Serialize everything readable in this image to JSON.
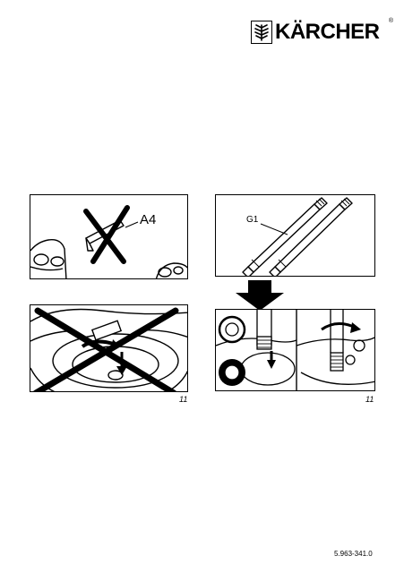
{
  "header": {
    "brand": "KÄRCHER",
    "registered_mark": "®",
    "logo_icon": "karcher-wheat-emblem-icon"
  },
  "figures": {
    "top_left": {
      "label": "A4",
      "crossed_out": true
    },
    "top_right": {
      "label": "G1"
    },
    "arrow": {
      "icon": "down-arrow-icon"
    },
    "bottom_left": {
      "crossed_out": true,
      "page_number": "11"
    },
    "bottom_right": {
      "page_number": "11"
    }
  },
  "footer": {
    "doc_number": "5.963-341.0"
  }
}
